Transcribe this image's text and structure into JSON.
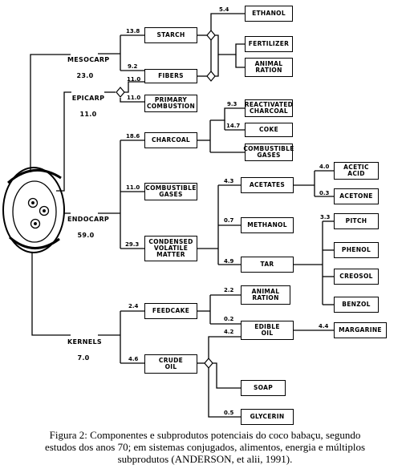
{
  "diagram": {
    "sources": {
      "mesocarp": {
        "name": "MESOCARP",
        "value": "23.0"
      },
      "epicarp": {
        "name": "EPICARP",
        "value": "11.0"
      },
      "endocarp": {
        "name": "ENDOCARP",
        "value": "59.0"
      },
      "kernels": {
        "name": "KERNELS",
        "value": "7.0"
      }
    },
    "boxes": {
      "starch": "STARCH",
      "ethanol": "ETHANOL",
      "fertilizer": "FERTILIZER",
      "animal_ration_1": "ANIMAL\nRATION",
      "fibers": "FIBERS",
      "primary_combustion": "PRIMARY\nCOMBUSTION",
      "reactivated_charcoal": "REACTIVATED\nCHARCOAL",
      "coke": "COKE",
      "combustible_gases_1": "COMBUSTIBLE\nGASES",
      "charcoal": "CHARCOAL",
      "combustible_gases_2": "COMBUSTIBLE\nGASES",
      "acetates": "ACETATES",
      "acetic_acid": "ACETIC\nACID",
      "acetone": "ACETONE",
      "methanol": "METHANOL",
      "condensed_volatile_matter": "CONDENSED\nVOLATILE\nMATTER",
      "pitch": "PITCH",
      "phenol": "PHENOL",
      "creosol": "CREOSOL",
      "tar": "TAR",
      "benzol": "BENZOL",
      "feedcake": "FEEDCAKE",
      "animal_ration_2": "ANIMAL\nRATION",
      "edible_oil": "EDIBLE\nOIL",
      "margarine": "MARGARINE",
      "crude_oil": "CRUDE\nOIL",
      "soap": "SOAP",
      "glycerin": "GLYCERIN"
    },
    "flows": {
      "starch": "13.8",
      "ethanol": "5.4",
      "fibers": "9.2",
      "fibers_in": "11.0",
      "primary_combustion": "11.0",
      "reactivated_charcoal": "9.3",
      "coke": "14.7",
      "charcoal": "18.6",
      "combustible_gases": "11.0",
      "condensed_volatile_matter": "29.3",
      "acetates": "4.3",
      "acetic_acid": "4.0",
      "acetone": "0.3",
      "methanol": "0.7",
      "tar": "4.9",
      "pitch": "3.3",
      "feedcake": "2.4",
      "animal_ration": "2.2",
      "edible_oil_a": "0.2",
      "edible_oil_b": "4.2",
      "crude_oil": "4.6",
      "margarine": "4.4",
      "glycerin": "0.5"
    }
  },
  "caption": {
    "line1": "Figura 2: Componentes e subprodutos potenciais do coco babaçu, segundo",
    "line2": "estudos dos anos 70; em sistemas conjugados, alimentos, energia e múltiplos",
    "line3": "subprodutos (ANDERSON, et alii, 1991)."
  }
}
